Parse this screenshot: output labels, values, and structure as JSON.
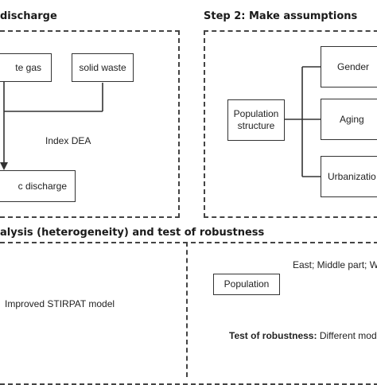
{
  "step1": {
    "heading": "discharge"
  },
  "step2": {
    "heading": "Step 2: Make assumptions"
  },
  "step3": {
    "heading": "alysis (heterogeneity) and test of robustness"
  },
  "nodes": {
    "waste_gas": "te gas",
    "solid_waste": "solid waste",
    "discharge": "c discharge",
    "population_structure": "Population structure",
    "gender": "Gender",
    "aging": "Aging",
    "urbanization": "Urbanizatio",
    "population": "Population"
  },
  "labels": {
    "index_dea": "Index  DEA",
    "stirpat": "Improved STIRPAT model",
    "regions": "East; Middle part; W",
    "robustness_bold": "Test of robustness:",
    "robustness_rest": "Different mode"
  }
}
